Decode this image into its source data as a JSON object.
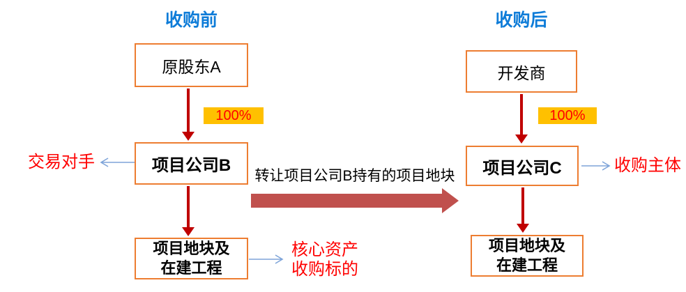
{
  "diagram": {
    "left": {
      "header": "收购前",
      "shareholder_box": "原股东A",
      "ownership_pct": "100%",
      "company_box": "项目公司B",
      "counterparty_label": "交易对手",
      "asset_box": {
        "line1": "项目地块及",
        "line2": "在建工程"
      },
      "asset_note": {
        "line1": "核心资产",
        "line2": "收购标的"
      }
    },
    "center": {
      "transfer_label": "转让项目公司B持有的项目地块"
    },
    "right": {
      "header": "收购后",
      "developer_box": "开发商",
      "ownership_pct": "100%",
      "company_box": "项目公司C",
      "acquirer_label": "收购主体",
      "asset_box": {
        "line1": "项目地块及",
        "line2": "在建工程"
      }
    },
    "colors": {
      "header_blue": "#0e7cd8",
      "box_border_orange": "#ED7D31",
      "down_arrow_red": "#C00000",
      "transfer_arrow_brick": "#C0504D",
      "annotation_red": "#FF0000",
      "pct_badge_gold": "#FFC000",
      "thin_arrow_blue": "#7EA4D9"
    }
  }
}
